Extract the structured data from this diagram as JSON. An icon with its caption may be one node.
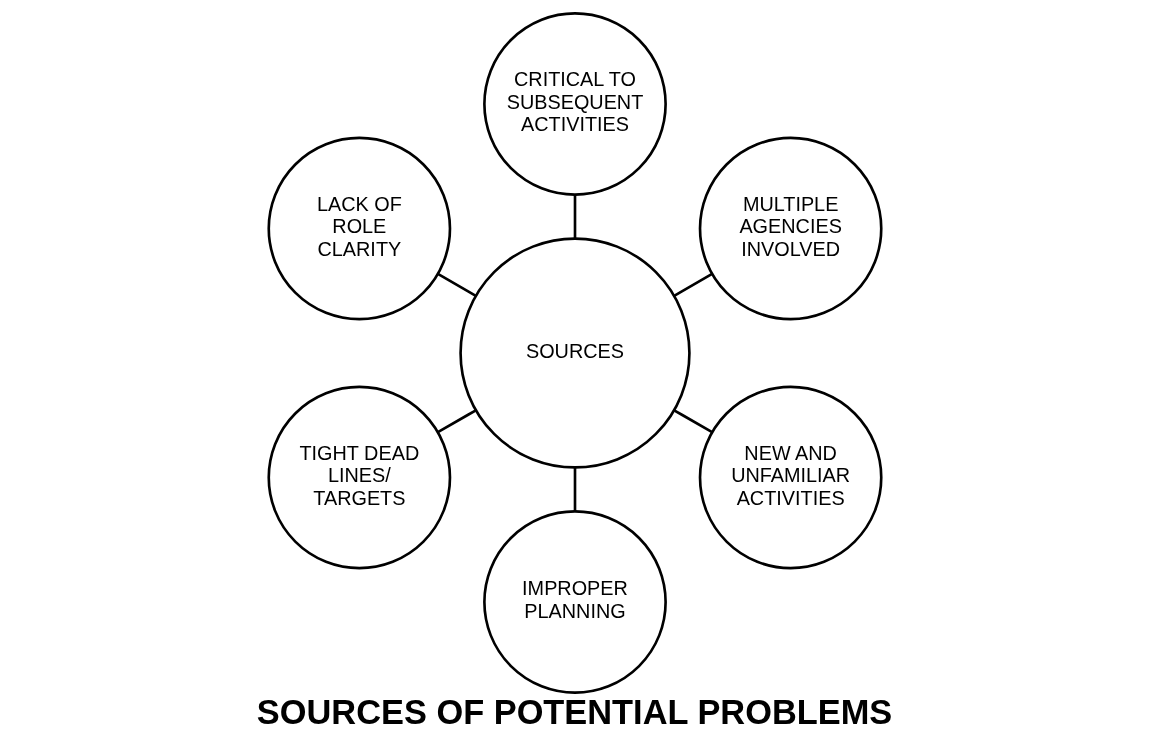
{
  "diagram": {
    "caption": "SOURCES OF POTENTIAL PROBLEMS",
    "nodes": [
      {
        "text": [
          "MULTIPLE AGENCIES INVOLVED"
        ]
      },
      {
        "text": [
          "CRITICAL TO SUBSEQUENT ACTIVITIES"
        ]
      },
      {
        "text": [
          "LACK OF ROLE CLARITY"
        ]
      },
      {
        "text": [
          "SOURCES"
        ]
      },
      {
        "text": [
          "TIGHT DEAD LINES/ TARGETS"
        ]
      },
      {
        "text": [
          "IMPROPER PLANNING"
        ]
      },
      {
        "text": [
          "NEW AND UNFAMILIAR ACTIVITIES"
        ]
      }
    ],
    "edges": [
      {
        "from": 3,
        "to": 1,
        "arrow": "none"
      },
      {
        "from": 3,
        "to": 4,
        "arrow": "none"
      },
      {
        "from": 3,
        "to": 6,
        "arrow": "none"
      },
      {
        "from": 3,
        "to": 5,
        "arrow": "none"
      },
      {
        "from": 3,
        "to": 2,
        "arrow": "none"
      },
      {
        "from": 3,
        "to": 0,
        "arrow": "none"
      }
    ]
  }
}
